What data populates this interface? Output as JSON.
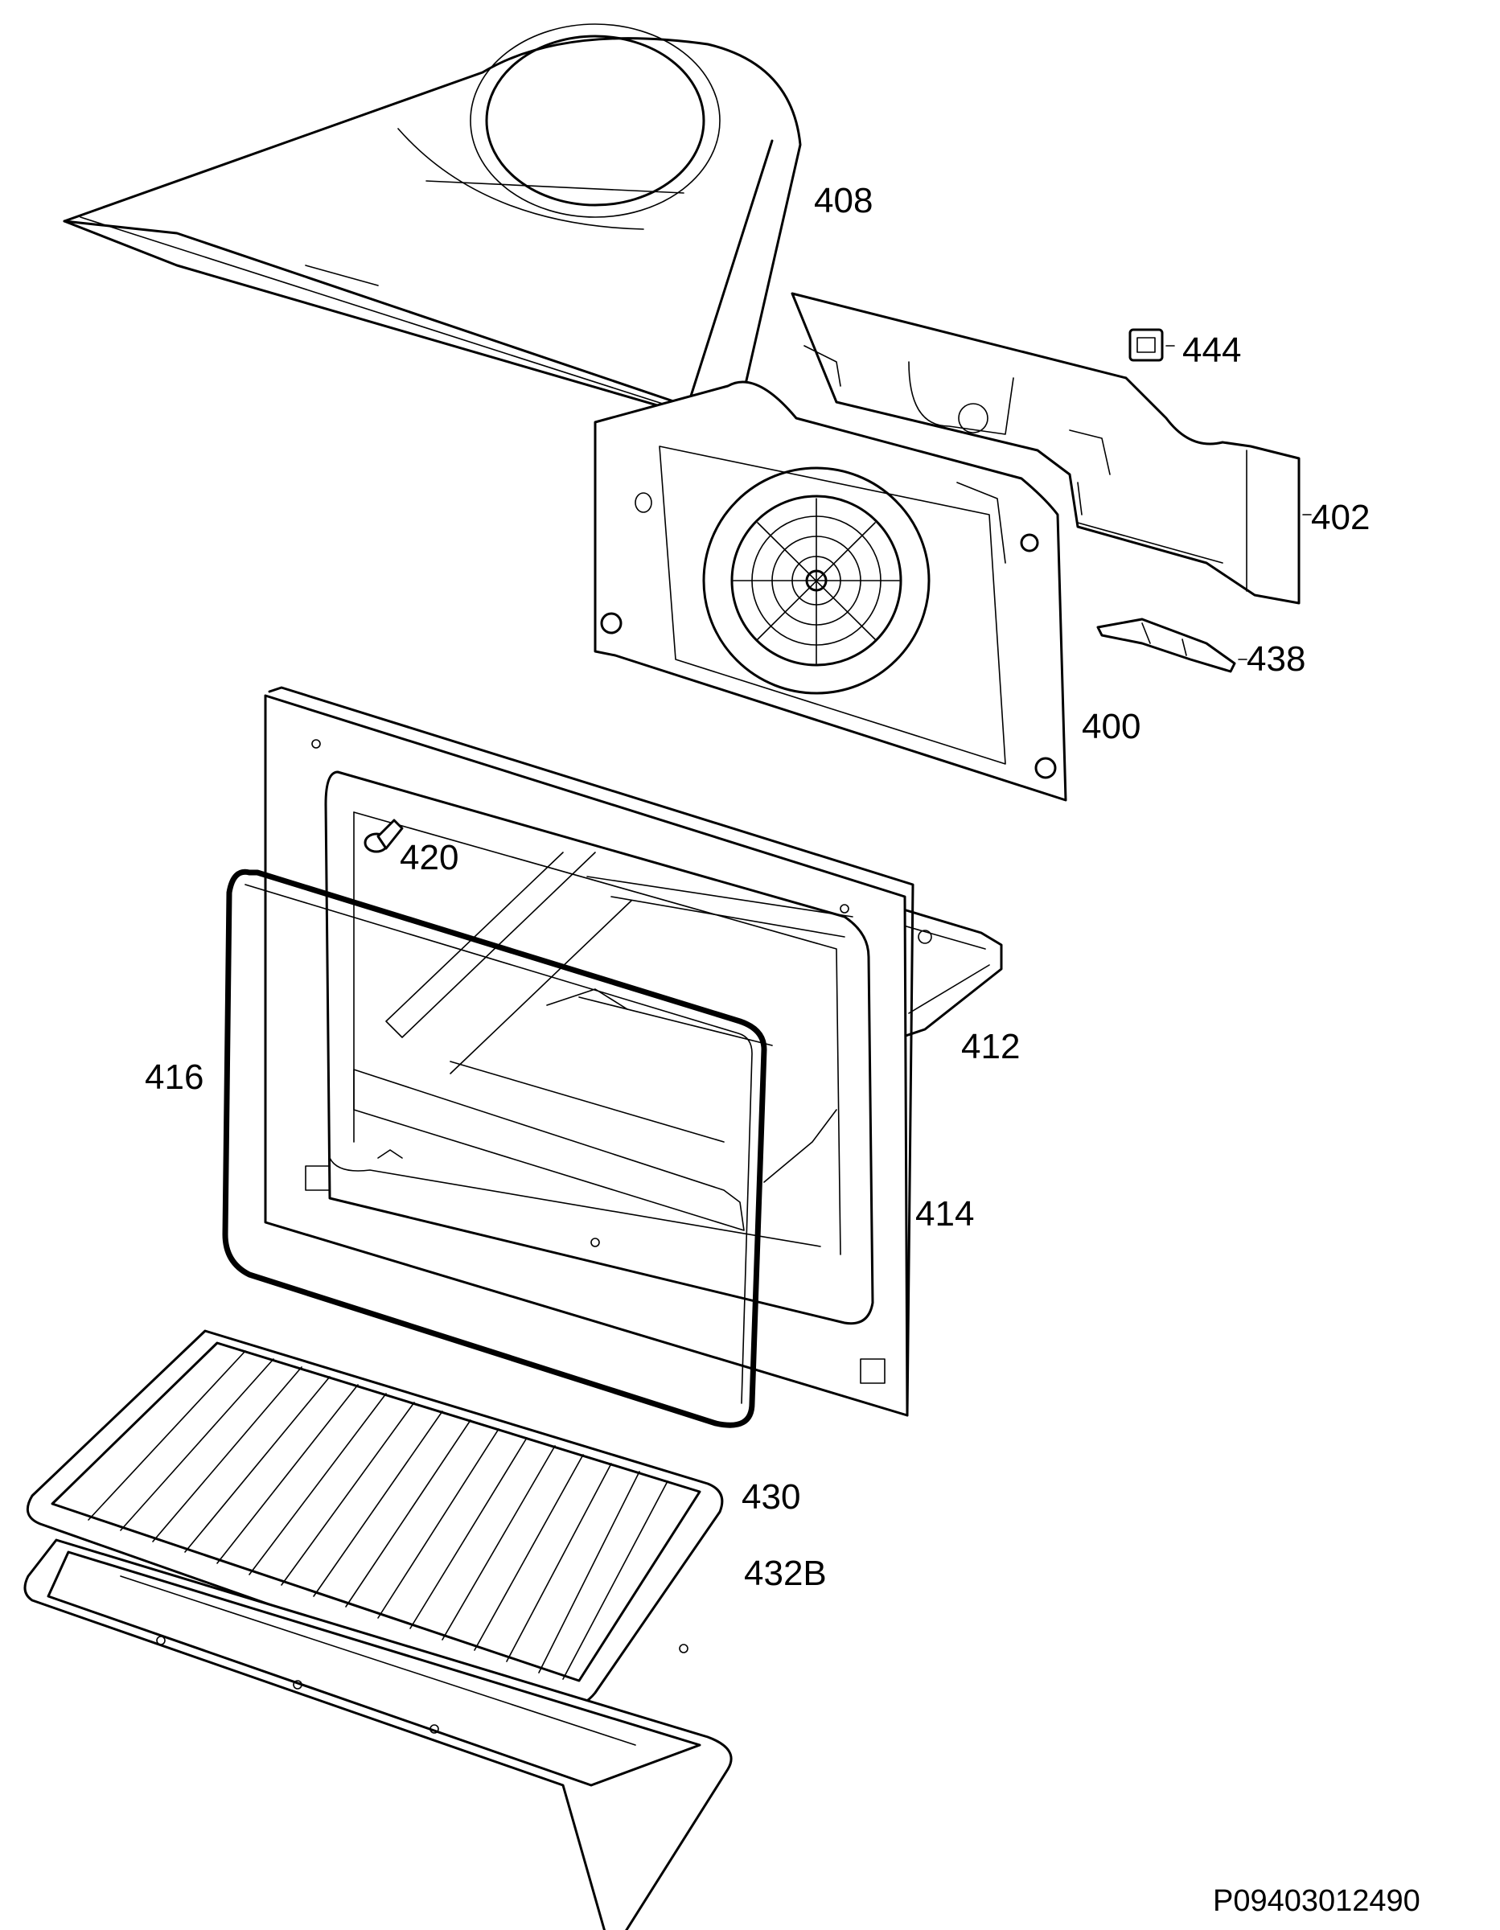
{
  "diagram": {
    "type": "exploded-parts-diagram",
    "callouts": [
      {
        "id": "408",
        "label": "408",
        "part": "fan-cover"
      },
      {
        "id": "444",
        "label": "444",
        "part": "small-clip"
      },
      {
        "id": "402",
        "label": "402",
        "part": "rear-panel-bracket"
      },
      {
        "id": "438",
        "label": "438",
        "part": "bracket-clip"
      },
      {
        "id": "400",
        "label": "400",
        "part": "back-wall-with-fan"
      },
      {
        "id": "420",
        "label": "420",
        "part": "screw"
      },
      {
        "id": "412",
        "label": "412",
        "part": "side-rail"
      },
      {
        "id": "416",
        "label": "416",
        "part": "door-gasket"
      },
      {
        "id": "414",
        "label": "414",
        "part": "front-frame"
      },
      {
        "id": "430",
        "label": "430",
        "part": "wire-shelf"
      },
      {
        "id": "432B",
        "label": "432B",
        "part": "baking-tray"
      }
    ],
    "document_number": "P09403012490"
  },
  "colors": {
    "line": "#000000",
    "background": "#ffffff"
  }
}
